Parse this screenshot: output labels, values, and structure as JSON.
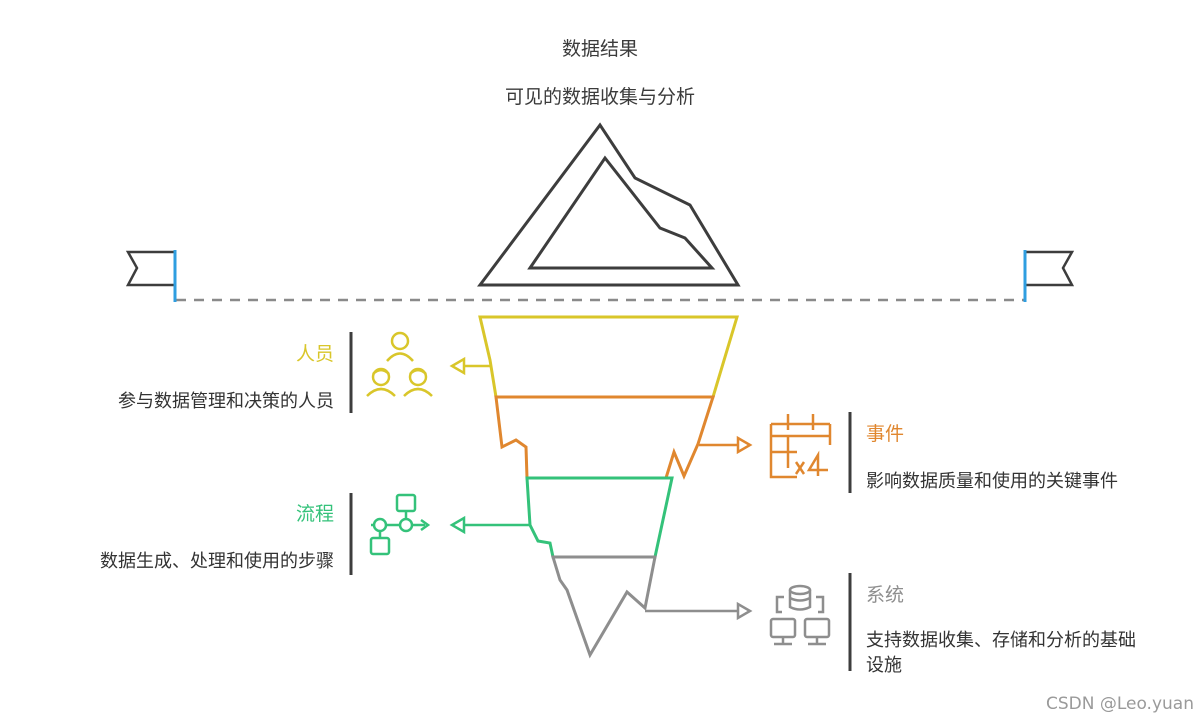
{
  "title": "数据结果",
  "subtitle": "可见的数据收集与分析",
  "layers": [
    {
      "key": "people",
      "title": "人员",
      "description": "参与数据管理和决策的人员",
      "color": "#d9c62a",
      "icon": "people-icon"
    },
    {
      "key": "events",
      "title": "事件",
      "description": "影响数据质量和使用的关键事件",
      "color": "#e0872f",
      "icon": "calendar-x4-icon"
    },
    {
      "key": "process",
      "title": "流程",
      "description": "数据生成、处理和使用的步骤",
      "color": "#34c27a",
      "icon": "flowchart-icon"
    },
    {
      "key": "systems",
      "title": "系统",
      "description_line1": "支持数据收集、存储和分析的基础",
      "description_line2": "设施",
      "color": "#8e8e8e",
      "icon": "database-network-icon"
    }
  ],
  "watermark": "CSDN @Leo.yuan"
}
